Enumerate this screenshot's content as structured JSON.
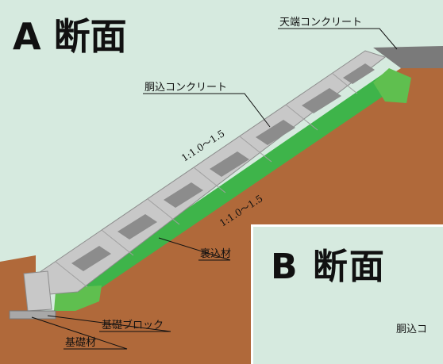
{
  "section_a": {
    "title": "A 断面",
    "labels": {
      "crown_concrete": "天端コンクリート",
      "body_concrete": "胴込コンクリート",
      "backfill": "裏込材",
      "foundation_block": "基礎ブロック",
      "foundation_material": "基礎材"
    },
    "slope_upper": "1:1.0～1.5",
    "slope_lower": "1:1.0～1.5"
  },
  "section_b": {
    "title": "B 断面",
    "label_partial": "胴込コ"
  },
  "colors": {
    "background": "#d6eadf",
    "soil": "#b0693a",
    "backfill_green": "#3eb44a",
    "gravel_green": "#5fbf4f",
    "concrete": "#c8c8c8",
    "concrete_dark": "#8c8c8c"
  }
}
